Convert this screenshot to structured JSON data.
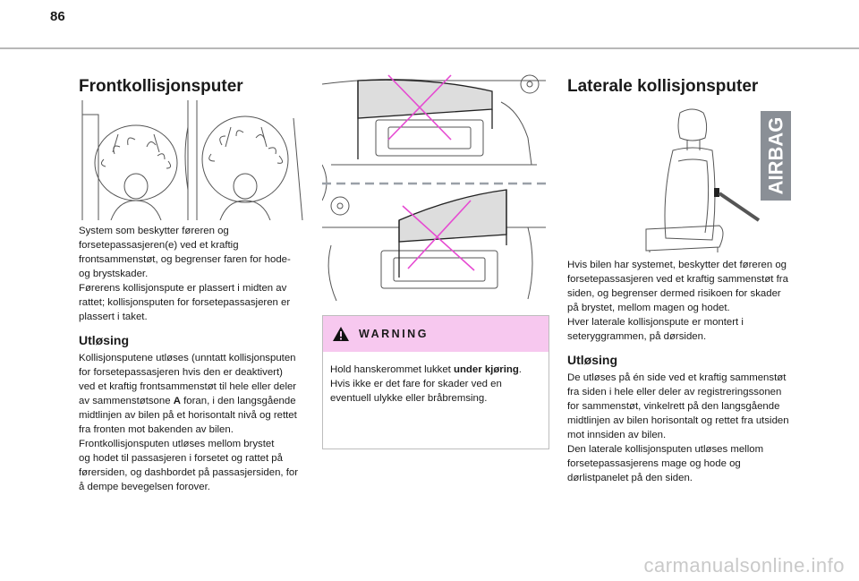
{
  "page": {
    "number": "86",
    "watermark": "carmanualsonline.info"
  },
  "left": {
    "title": "Frontkollisjonsputer",
    "intro": "System som beskytter føreren og\nforsetepassasjeren(e) ved et kraftig\nfrontsammenstøt, og begrenser faren for hode-\nog brystskader.\nFørerens kollisjonspute er plassert i midten av\nrattet; kollisjonsputen for forsetepassasjeren er\nplassert i taket.",
    "subtitle": "Utløsing",
    "text_p1": "Kollisjonsputene utløses (unntatt kollisjonsputen\nfor forsetepassasjeren hvis den er deaktivert)\nved et kraftig frontsammenstøt til hele eller deler\nav sammenstøtsone ",
    "text_zone": "A",
    "text_p2": " foran, i den langsgående\nmidtlinjen av bilen på et horisontalt nivå og rettet\nfra fronten mot bakenden av bilen.\nFrontkollisjonsputen utløses mellom brystet\nog hodet til passasjeren i forsetet og rattet på\nførersiden, og dashbordet på passasjersiden, for\nå dempe bevegelsen forover."
  },
  "middle": {
    "warning": {
      "title": "WARNING",
      "text_pre": "Hold hanskerommet lukket ",
      "text_bold": "under kjøring",
      "text_post": ".\nHvis ikke er det fare for skader ved en\neventuell ulykke eller bråbremsing."
    }
  },
  "right": {
    "title": "Laterale kollisjonsputer",
    "badge": "AIRBAG",
    "intro": "Hvis bilen har systemet, beskytter det føreren og\nforsetepassasjeren ved et kraftig sammenstøt fra\nsiden, og begrenser dermed risikoen for skader\npå brystet, mellom magen og hodet.\nHver laterale kollisjonspute er montert i\nseteryggrammen, på dørsiden.",
    "subtitle": "Utløsing",
    "text": "De utløses på én side ved et kraftig sammenstøt\nfra siden i hele eller deler av registreringssonen\nfor sammenstøt, vinkelrett på den langsgående\nmidtlinjen av bilen horisontalt og rettet fra utsiden\nmot innsiden av bilen.\nDen laterale kollisjonsputen utløses mellom\nforsetepassasjerens mage og hode og\ndørlistpanelet på den siden."
  },
  "colors": {
    "warning_header": "#f7c8ef",
    "cross": "#e64ad2",
    "badge": "#8a8f96",
    "rule": "#b8b8b8"
  }
}
